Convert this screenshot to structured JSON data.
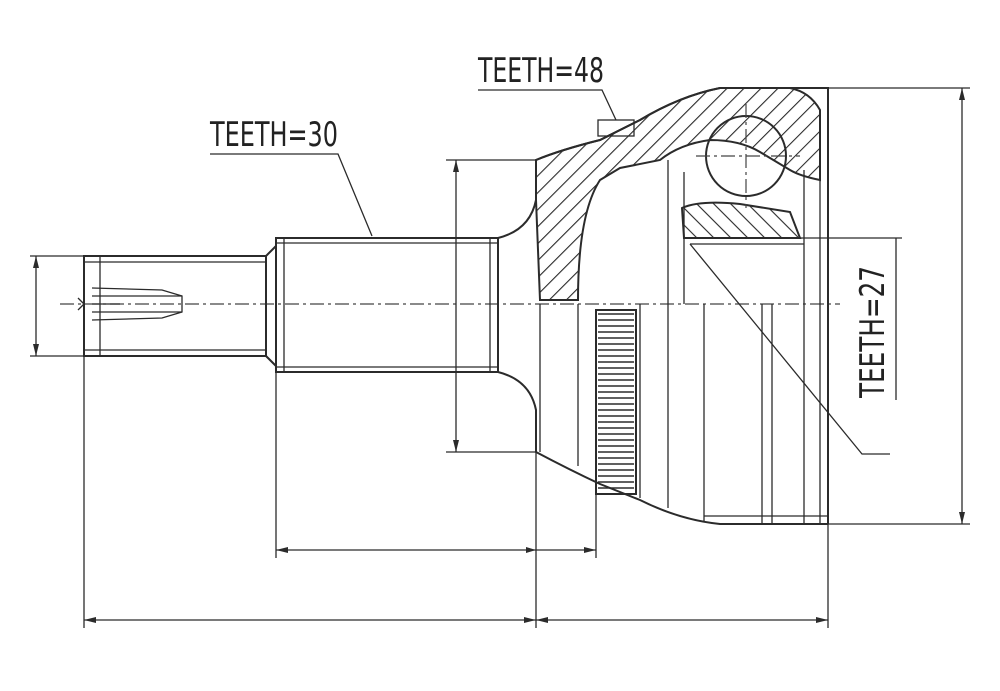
{
  "labels": {
    "teeth_shaft": "TEETH=30",
    "teeth_housing": "TEETH=48",
    "teeth_inner": "TEETH=27"
  },
  "colors": {
    "line": "#2b2b2b",
    "background": "#ffffff"
  }
}
